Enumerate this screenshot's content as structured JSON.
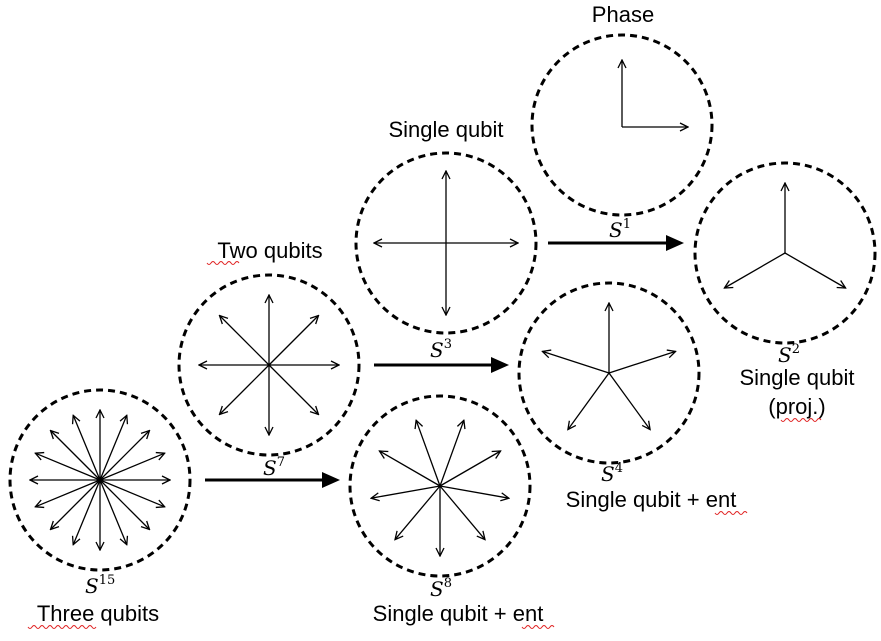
{
  "title": "Phase",
  "spaces": [
    {
      "id": "s15",
      "symbol": "S",
      "exponent": "15",
      "label": "Three qubits",
      "arrows": 16
    },
    {
      "id": "s7",
      "symbol": "S",
      "exponent": "7",
      "label": "Two qubits",
      "arrows": 8
    },
    {
      "id": "s8",
      "symbol": "S",
      "exponent": "8",
      "label": "Single qubit + ent",
      "arrows": 9
    },
    {
      "id": "s3",
      "symbol": "S",
      "exponent": "3",
      "label": "Single qubit",
      "arrows": 4
    },
    {
      "id": "s4",
      "symbol": "S",
      "exponent": "4",
      "label": "Single qubit + ent",
      "arrows": 5
    },
    {
      "id": "s1",
      "symbol": "S",
      "exponent": "1",
      "label": "Phase",
      "arrows": 2
    },
    {
      "id": "s2",
      "symbol": "S",
      "exponent": "2",
      "label": "Single qubit",
      "sublabel": "(proj.)",
      "arrows": 3
    }
  ],
  "transitions": [
    {
      "from": "S15",
      "to": "S8"
    },
    {
      "from": "S7",
      "to": "S4"
    },
    {
      "from": "S3",
      "to": "S2"
    }
  ],
  "colors": {
    "stroke": "#000000",
    "spellcheck": "#e02020"
  }
}
